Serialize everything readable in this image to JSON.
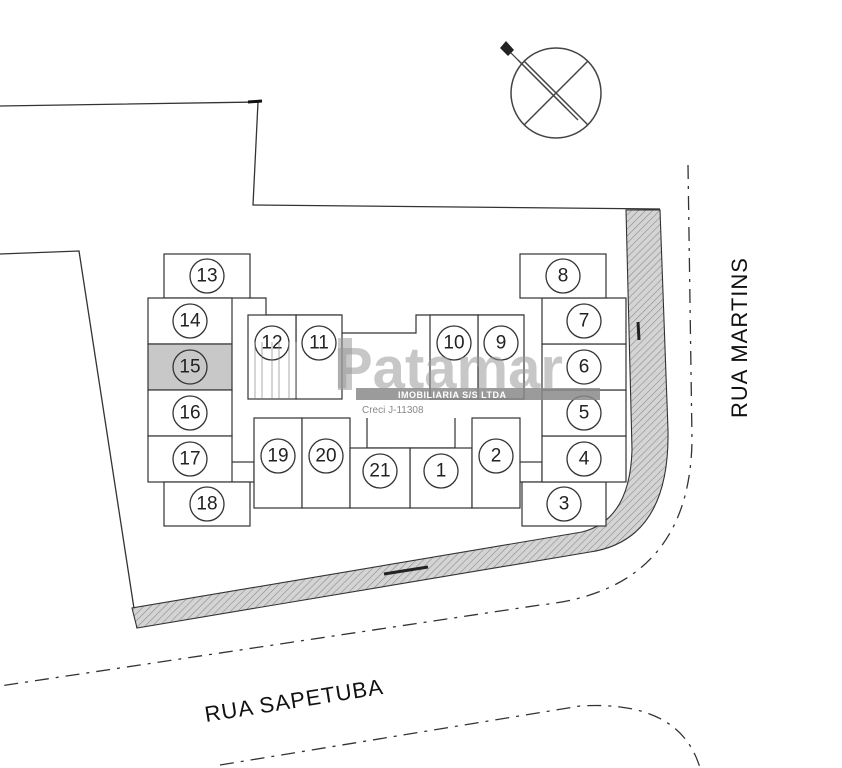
{
  "streets": {
    "east": "RUA MARTINS",
    "south": "RUA SAPETUBA"
  },
  "watermark": {
    "brand": "Patamar",
    "tagline": "IMOBILIARIA S/S LTDA",
    "creci": "Creci J-11308"
  },
  "north_icon": "north-arrow-icon",
  "units": [
    {
      "id": "1",
      "label": "1"
    },
    {
      "id": "2",
      "label": "2"
    },
    {
      "id": "3",
      "label": "3"
    },
    {
      "id": "4",
      "label": "4"
    },
    {
      "id": "5",
      "label": "5"
    },
    {
      "id": "6",
      "label": "6"
    },
    {
      "id": "7",
      "label": "7"
    },
    {
      "id": "8",
      "label": "8"
    },
    {
      "id": "9",
      "label": "9"
    },
    {
      "id": "10",
      "label": "10"
    },
    {
      "id": "11",
      "label": "11"
    },
    {
      "id": "12",
      "label": "12"
    },
    {
      "id": "13",
      "label": "13"
    },
    {
      "id": "14",
      "label": "14"
    },
    {
      "id": "15",
      "label": "15"
    },
    {
      "id": "16",
      "label": "16"
    },
    {
      "id": "17",
      "label": "17"
    },
    {
      "id": "18",
      "label": "18"
    },
    {
      "id": "19",
      "label": "19"
    },
    {
      "id": "20",
      "label": "20"
    },
    {
      "id": "21",
      "label": "21"
    }
  ],
  "highlighted_unit": "15",
  "colors": {
    "line": "#333333",
    "highlight": "#c8c8c8",
    "sidewalk_hatch": "#9a9a9a"
  }
}
